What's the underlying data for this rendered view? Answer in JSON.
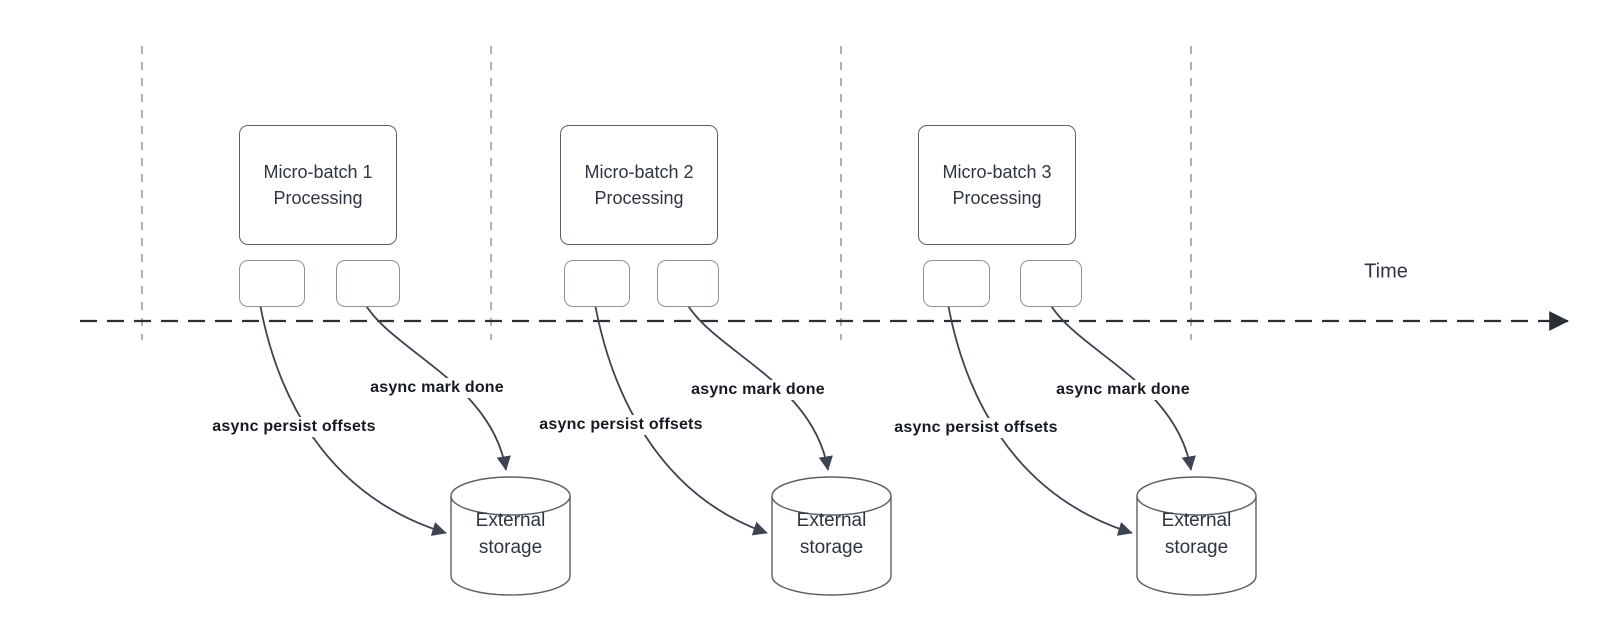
{
  "colors": {
    "background": "#ffffff",
    "shape_stroke": "#596066",
    "small_box_stroke": "#8d939c",
    "curve": "#3b4450",
    "timeline": "#2b2f36",
    "guide_line": "#9aa0a8",
    "title_text": "#2f3540",
    "label_text": "#161a21"
  },
  "timeline": {
    "label": "Time"
  },
  "batches": [
    {
      "title_lines": [
        "Micro-batch 1",
        "Processing"
      ],
      "persist_label": "async persist offsets",
      "mark_done_label": "async mark done",
      "storage_lines": [
        "External",
        "storage"
      ]
    },
    {
      "title_lines": [
        "Micro-batch 2",
        "Processing"
      ],
      "persist_label": "async persist offsets",
      "mark_done_label": "async mark done",
      "storage_lines": [
        "External",
        "storage"
      ]
    },
    {
      "title_lines": [
        "Micro-batch 3",
        "Processing"
      ],
      "persist_label": "async persist offsets",
      "mark_done_label": "async mark done",
      "storage_lines": [
        "External",
        "storage"
      ]
    }
  ]
}
